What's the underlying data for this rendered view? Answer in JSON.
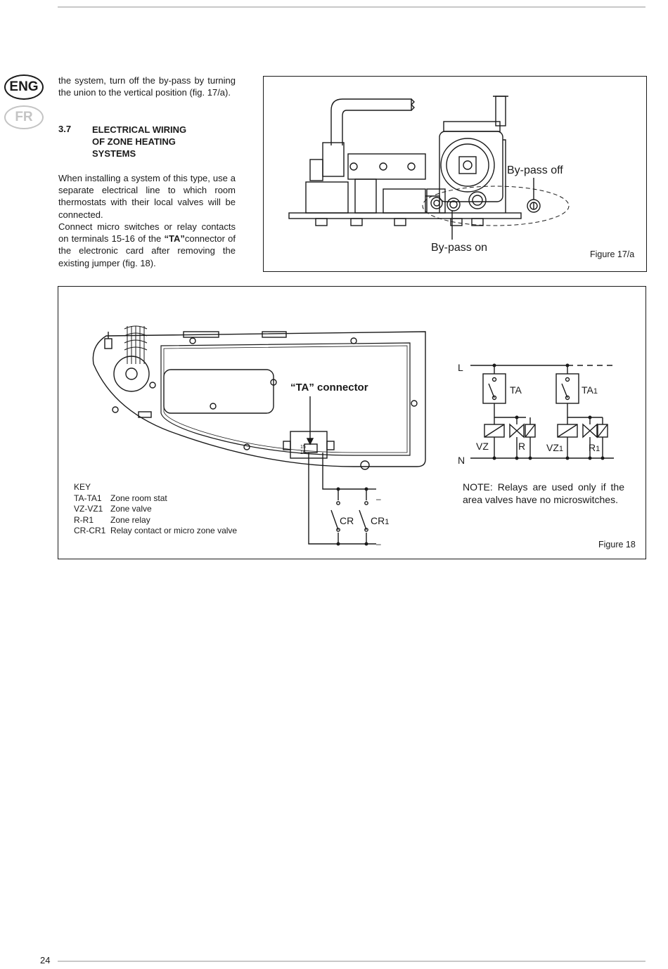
{
  "languages": {
    "active": "ENG",
    "inactive": "FR"
  },
  "body": {
    "intro_text": "the system, turn off the by-pass by turning the union to the vertical position (fig. 17/a).",
    "section_number": "3.7",
    "section_title_lines": [
      "ELECTRICAL WIRING",
      "OF ZONE HEATING",
      "SYSTEMS"
    ],
    "paragraph1": "When installing a system of this type, use a separate electrical line to which room thermostats with their local valves will be connected.",
    "paragraph2_before": "Connect micro switches or relay contacts on terminals 15-16 of the ",
    "paragraph2_bold": "“TA”",
    "paragraph2_after": "connector of the electronic card after removing the existing jumper (fig. 18)."
  },
  "figure17a": {
    "caption": "Figure 17/a",
    "label_bypass_off": "By-pass off",
    "label_bypass_on": "By-pass on"
  },
  "figure18": {
    "caption": "Figure 18",
    "ta_connector_label": "“TA” connector",
    "terminal_15": "15",
    "terminal_16": "16",
    "key_title": "KEY",
    "key_items": [
      {
        "code": "TA-TA1",
        "desc": "Zone room stat"
      },
      {
        "code": "VZ-VZ1",
        "desc": "Zone valve"
      },
      {
        "code": "R-R1",
        "desc": "Zone relay"
      },
      {
        "code": "CR-CR1",
        "desc": "Relay contact or micro zone valve"
      }
    ],
    "schematic": {
      "L": "L",
      "N": "N",
      "TA": "TA",
      "TA1_base": "TA",
      "TA1_sub": "1",
      "VZ": "VZ",
      "R": "R",
      "VZ1_base": "VZ",
      "VZ1_sub": "1",
      "R1_base": "R",
      "R1_sub": "1",
      "CR": "CR",
      "CR1_base": "CR",
      "CR1_sub": "1",
      "minus": "–"
    },
    "note": "NOTE: Relays are used only if the area valves have no microswitches."
  },
  "footer": {
    "page_number": "24"
  }
}
